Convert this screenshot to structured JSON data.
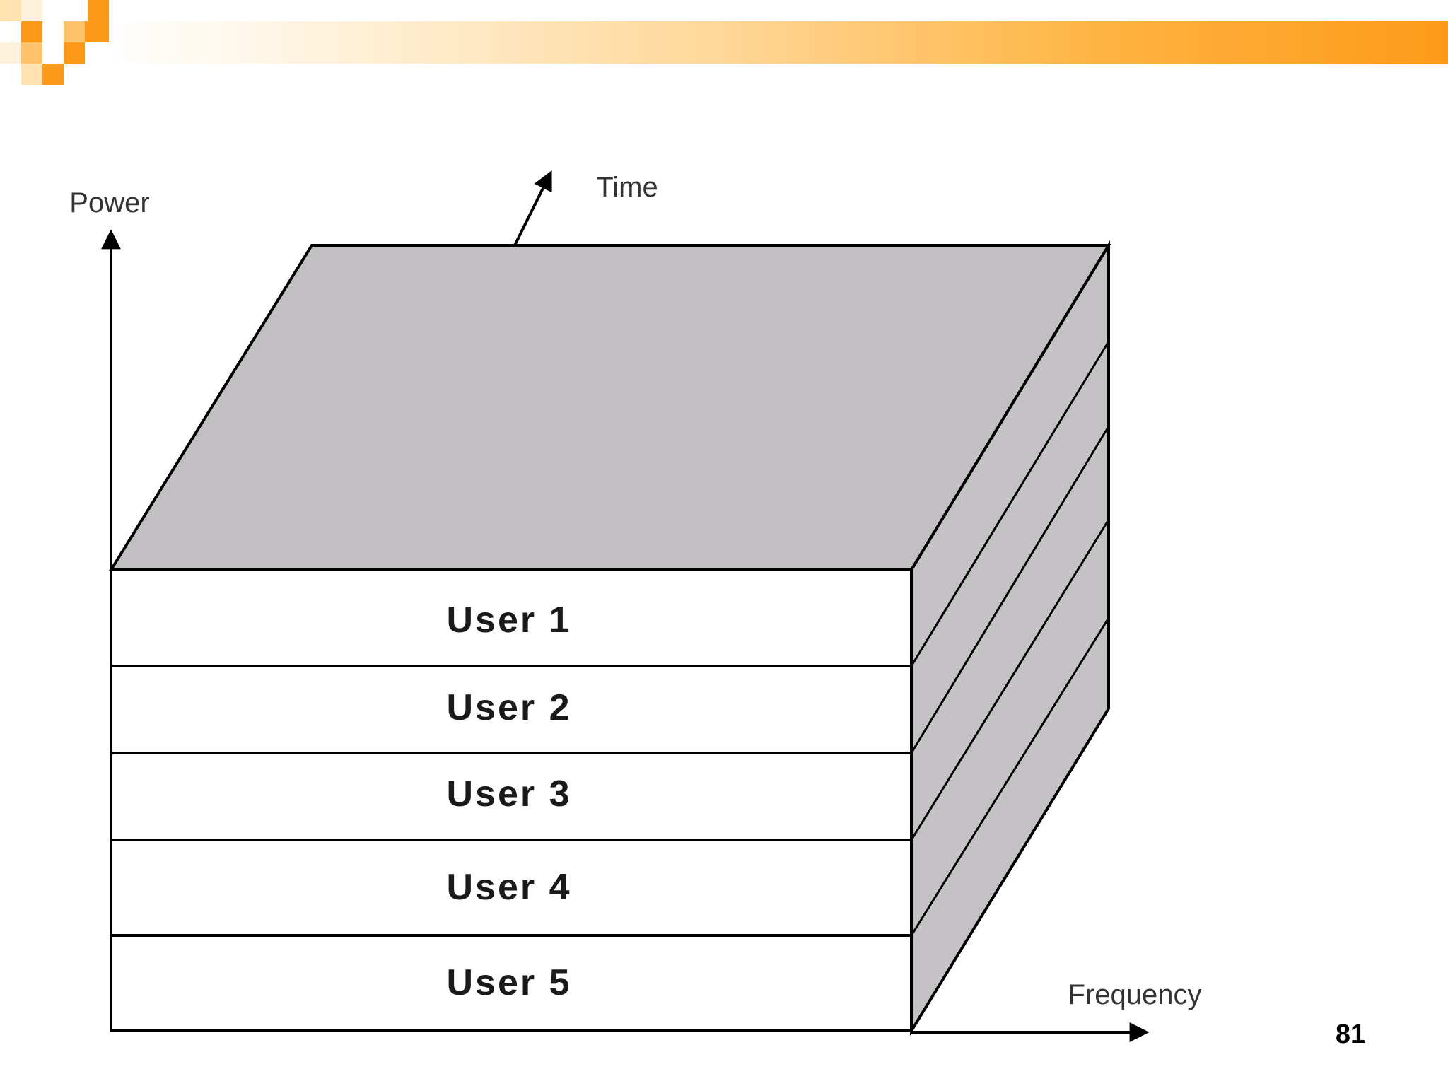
{
  "colors": {
    "accent": "#fe9a1a",
    "accent_light": "#ffd89a",
    "top_face": "#c1bfc1",
    "side_face": "#c4c2c4",
    "front_face": "#ffffff",
    "outline": "#000000"
  },
  "diagram": {
    "axes": {
      "vertical": "Power",
      "depth": "Time",
      "horizontal": "Frequency"
    },
    "users": [
      "User 1",
      "User 2",
      "User 3",
      "User 4",
      "User 5"
    ]
  },
  "slide": {
    "page_number": "81"
  }
}
